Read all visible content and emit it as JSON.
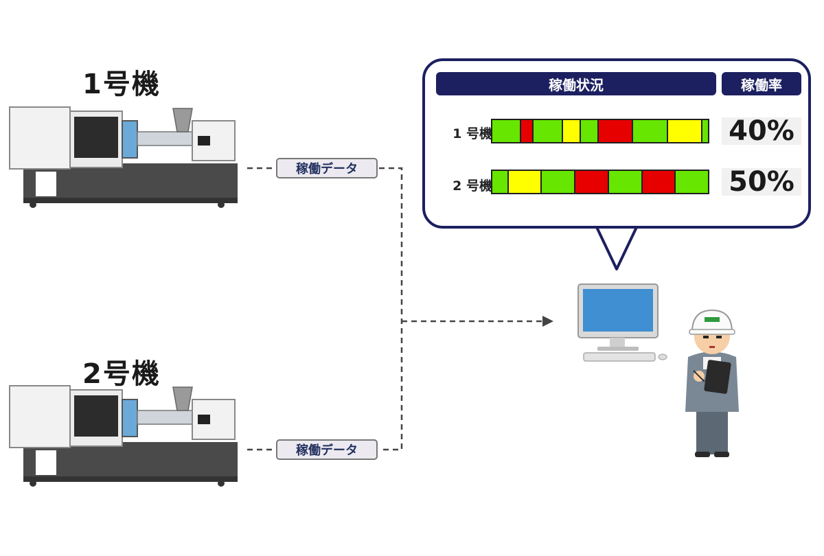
{
  "machines": [
    {
      "title": "1号機",
      "data_tag": "稼働データ"
    },
    {
      "title": "2号機",
      "data_tag": "稼働データ"
    }
  ],
  "status_panel": {
    "header_status": "稼働状況",
    "header_rate": "稼働率",
    "rows": [
      {
        "label": "1 号機",
        "rate": "40%",
        "segments": [
          {
            "color": "#66e600",
            "weight": 10
          },
          {
            "color": "#e60000",
            "weight": 4
          },
          {
            "color": "#66e600",
            "weight": 10
          },
          {
            "color": "#ffff00",
            "weight": 6
          },
          {
            "color": "#66e600",
            "weight": 6
          },
          {
            "color": "#e60000",
            "weight": 12
          },
          {
            "color": "#66e600",
            "weight": 12
          },
          {
            "color": "#ffff00",
            "weight": 12
          },
          {
            "color": "#66e600",
            "weight": 2
          }
        ]
      },
      {
        "label": "2 号機",
        "rate": "50%",
        "segments": [
          {
            "color": "#66e600",
            "weight": 6
          },
          {
            "color": "#ffff00",
            "weight": 13
          },
          {
            "color": "#66e600",
            "weight": 13
          },
          {
            "color": "#e60000",
            "weight": 13
          },
          {
            "color": "#66e600",
            "weight": 13
          },
          {
            "color": "#e60000",
            "weight": 13
          },
          {
            "color": "#66e600",
            "weight": 13
          }
        ]
      }
    ]
  },
  "colors": {
    "navy": "#1c2060",
    "running": "#66e600",
    "idle": "#ffff00",
    "stopped": "#e60000"
  }
}
